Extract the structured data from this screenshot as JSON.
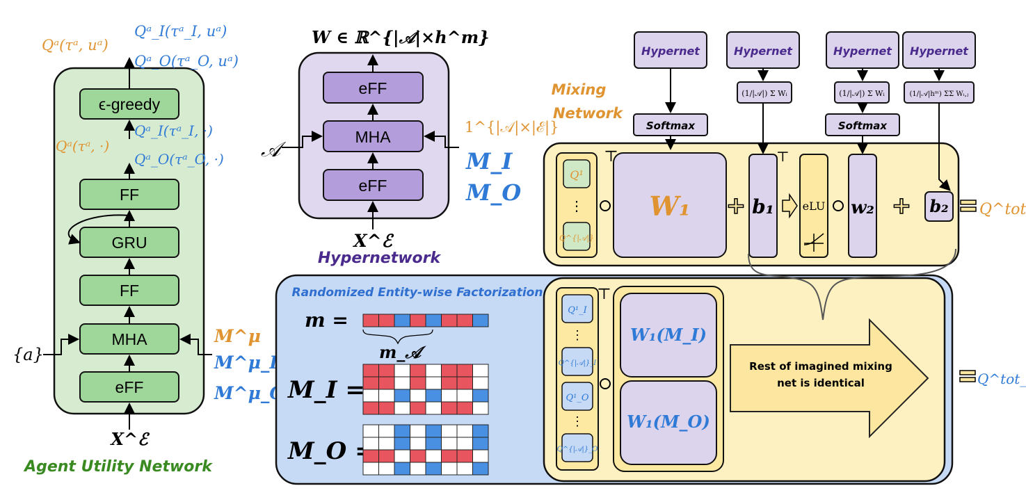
{
  "colors": {
    "agent_bg": "#d6ebd0",
    "agent_block": "#9fd69a",
    "hyper_bg": "#e0d8ee",
    "hyper_block": "#b49ddb",
    "mixing_bg": "#fdf0c1",
    "mixing_block": "#dcd4ec",
    "elu_bg": "#fde9a1",
    "ref_bg": "#c6d9f5",
    "red_cell": "#e8555f",
    "blue_cell": "#4a90e2",
    "orange_text": "#e09431",
    "blue_text": "#2f7ad6",
    "purple_text": "#4a2a8c",
    "green_text": "#3a8a22",
    "arrow_fill": "#fde7a0"
  },
  "agent": {
    "title": "Agent Utility Network",
    "blocks": {
      "egreedy": "ϵ-greedy",
      "ff_top": "FF",
      "gru": "GRU",
      "ff_bottom": "FF",
      "mha": "MHA",
      "eff": "eFF"
    },
    "outputs": {
      "q": "Qᵃ(τᵃ, uᵃ)",
      "qi": "Qᵃ_I(τᵃ_I, uᵃ)",
      "qo": "Qᵃ_O(τᵃ_O, uᵃ)"
    },
    "mid_outputs": {
      "q": "Qᵃ(τᵃ, ·)",
      "qi": "Qᵃ_I(τᵃ_I, ·)",
      "qo": "Qᵃ_O(τᵃ_O, ·)"
    },
    "input_x": "X^ℰ",
    "input_a": "{a}",
    "masks": {
      "m": "M^μ",
      "mi": "M^μ_I",
      "mo": "M^μ_O"
    }
  },
  "hypernetwork": {
    "title": "Hypernetwork",
    "output": "W ∈ ℝ^{|𝒜|×h^m}",
    "blocks": {
      "eff_top": "eFF",
      "mha": "MHA",
      "eff_bottom": "eFF"
    },
    "input_a": "𝒜",
    "input_x": "X^ℰ",
    "ones": "1^{|𝒜|×|ℰ|}",
    "mi": "M_I",
    "mo": "M_O"
  },
  "mixing": {
    "title_line1": "Mixing",
    "title_line2": "Network",
    "hypernets": [
      "Hypernet",
      "Hypernet",
      "Hypernet",
      "Hypernet"
    ],
    "softmax": [
      "Softmax",
      "Softmax"
    ],
    "mean_labels": [
      "(1/|𝒜|) Σ Wᵢ",
      "(1/|𝒜|) Σ Wᵢ",
      "(1/|𝒜|hᵐ) ΣΣ Wᵢ,ⱼ"
    ],
    "q_top": "Q¹",
    "q_dots": "⋮",
    "q_bottom": "Q^{|𝒜|}",
    "w1": "W₁",
    "b1": "b₁",
    "elu": "eLU",
    "w2": "w₂",
    "b2": "b₂",
    "q_tot": "Q^tot",
    "transpose": "⊤"
  },
  "ref": {
    "title": "Randomized Entity-wise Factorization",
    "m_label": "m =",
    "m_a_label": "m_𝒜",
    "mi_label": "M_I =",
    "mo_label": "M_O =",
    "m_vector": [
      "r",
      "r",
      "b",
      "r",
      "b",
      "r",
      "r",
      "b"
    ],
    "mi_matrix": [
      [
        "r",
        "r",
        "w",
        "r",
        "w",
        "r",
        "r",
        "w"
      ],
      [
        "r",
        "r",
        "w",
        "r",
        "w",
        "r",
        "r",
        "w"
      ],
      [
        "w",
        "w",
        "b",
        "w",
        "b",
        "w",
        "w",
        "b"
      ],
      [
        "r",
        "r",
        "w",
        "r",
        "w",
        "r",
        "r",
        "w"
      ]
    ],
    "mo_matrix": [
      [
        "w",
        "w",
        "b",
        "w",
        "b",
        "w",
        "w",
        "b"
      ],
      [
        "w",
        "w",
        "b",
        "w",
        "b",
        "w",
        "w",
        "b"
      ],
      [
        "r",
        "r",
        "w",
        "r",
        "w",
        "r",
        "r",
        "w"
      ],
      [
        "w",
        "w",
        "b",
        "w",
        "b",
        "w",
        "w",
        "b"
      ]
    ],
    "qi_top": "Q¹_I",
    "qi_bottom": "Q^{|𝒜|}_I",
    "qo_top": "Q¹_O",
    "qo_bottom": "Q^{|𝒜|}_O",
    "w1_mi": "W₁(M_I)",
    "w1_mo": "W₁(M_O)",
    "arrow_text_line1": "Rest of imagined mixing",
    "arrow_text_line2": "net is identical",
    "q_tot_aux": "Q^tot_aux"
  }
}
